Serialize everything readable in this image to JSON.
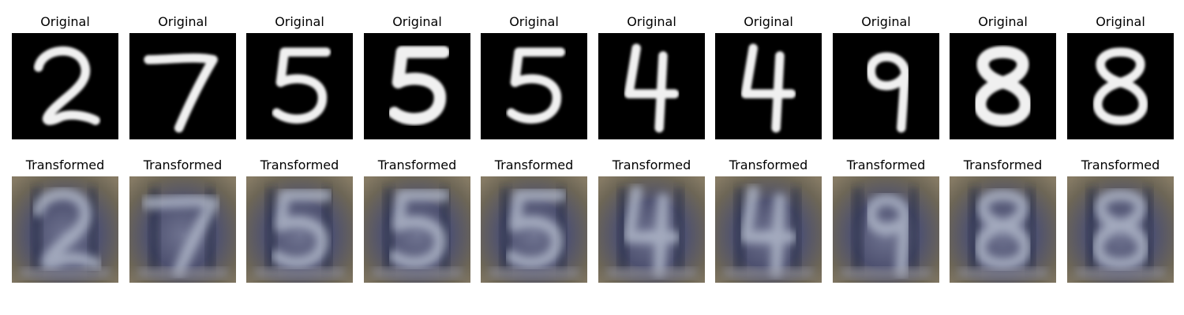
{
  "grid": {
    "rows": [
      {
        "row": "original",
        "background": "#000000",
        "items": [
          {
            "title": "Original",
            "digit": "2"
          },
          {
            "title": "Original",
            "digit": "7"
          },
          {
            "title": "Original",
            "digit": "5"
          },
          {
            "title": "Original",
            "digit": "5"
          },
          {
            "title": "Original",
            "digit": "5"
          },
          {
            "title": "Original",
            "digit": "4"
          },
          {
            "title": "Original",
            "digit": "4"
          },
          {
            "title": "Original",
            "digit": "9"
          },
          {
            "title": "Original",
            "digit": "8"
          },
          {
            "title": "Original",
            "digit": "8"
          }
        ]
      },
      {
        "row": "transformed",
        "background": "#6b6658",
        "items": [
          {
            "title": "Transformed",
            "digit": "2"
          },
          {
            "title": "Transformed",
            "digit": "7"
          },
          {
            "title": "Transformed",
            "digit": "5"
          },
          {
            "title": "Transformed",
            "digit": "5"
          },
          {
            "title": "Transformed",
            "digit": "5"
          },
          {
            "title": "Transformed",
            "digit": "4"
          },
          {
            "title": "Transformed",
            "digit": "4"
          },
          {
            "title": "Transformed",
            "digit": "9"
          },
          {
            "title": "Transformed",
            "digit": "8"
          },
          {
            "title": "Transformed",
            "digit": "8"
          }
        ]
      }
    ]
  },
  "colors": {
    "original_stroke": "#f0f0f0",
    "transformed_glow": "#b8c0d0",
    "transformed_shadow": "#1c2038"
  }
}
